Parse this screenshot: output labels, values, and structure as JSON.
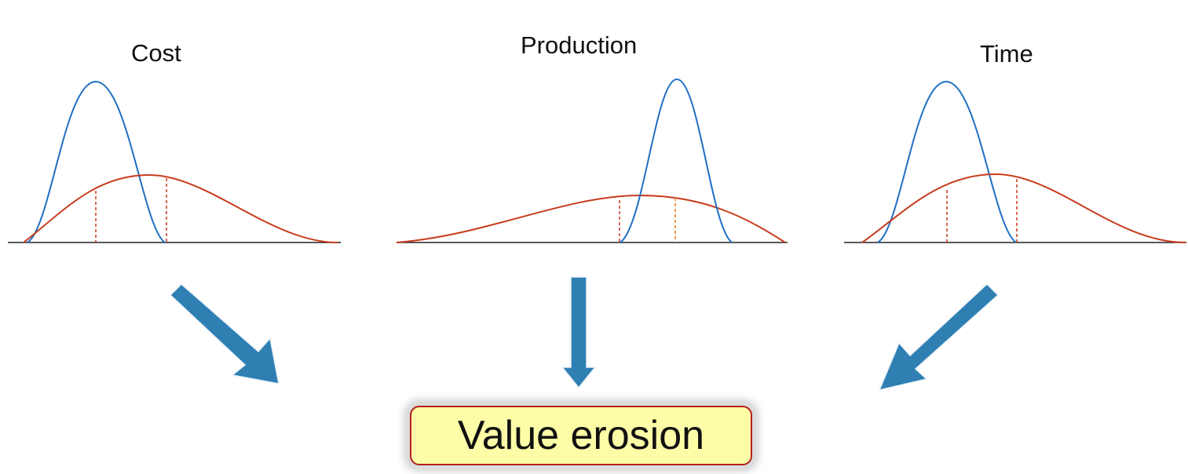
{
  "panels": [
    {
      "id": "cost",
      "title": "Cost"
    },
    {
      "id": "production",
      "title": "Production"
    },
    {
      "id": "time",
      "title": "Time"
    }
  ],
  "result": {
    "label": "Value erosion"
  },
  "colors": {
    "narrow_curve": "#1f6fc4",
    "wide_curve": "#c83c1e",
    "marker_red": "#c83c1e",
    "marker_orange": "#e07a1a",
    "baseline": "#222222",
    "arrow": "#2f7fb3",
    "box_fill": "#fdfda8",
    "box_border": "#b51e1e"
  },
  "icons": {
    "arrow": "block-arrow-icon"
  }
}
